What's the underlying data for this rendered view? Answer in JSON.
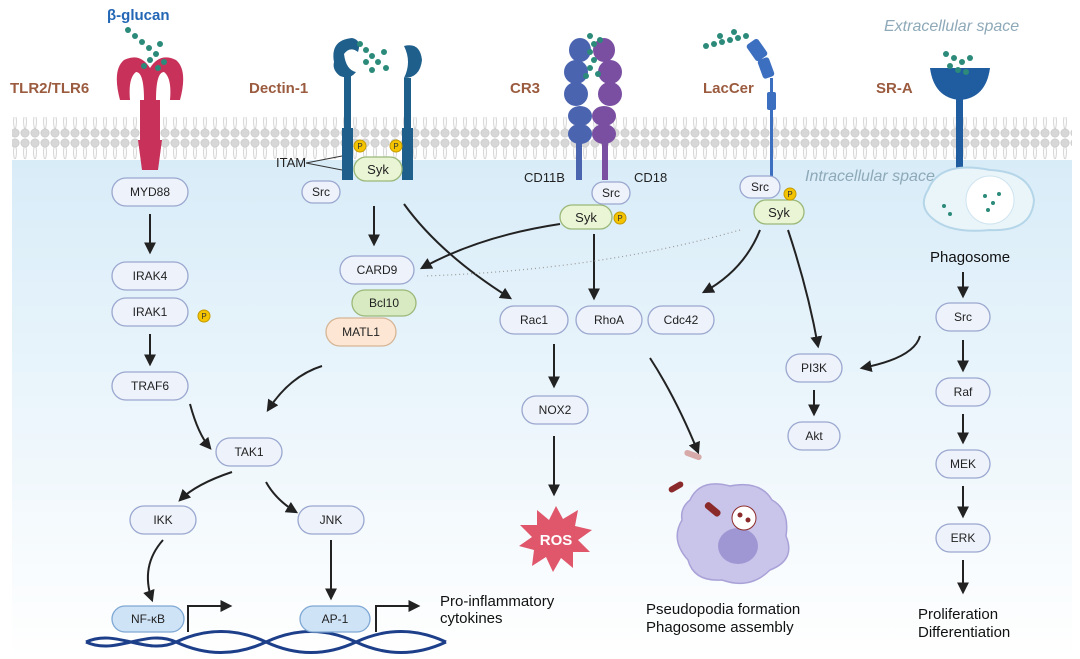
{
  "spaces": {
    "extracellular": "Extracellular space",
    "intracellular": "Intracellular space"
  },
  "ligand": "β-glucan",
  "receptors": {
    "tlr": "TLR2/TLR6",
    "dectin": "Dectin-1",
    "cr3": "CR3",
    "laccer": "LacCer",
    "sra": "SR-A"
  },
  "cr3_subunits": {
    "left": "CD11B",
    "right": "CD18"
  },
  "labels": {
    "itam": "ITAM",
    "phospho": "P",
    "phagosome": "Phagosome"
  },
  "nodes": {
    "myd88": "MYD88",
    "irak4": "IRAK4",
    "irak1": "IRAK1",
    "traf6": "TRAF6",
    "tak1": "TAK1",
    "ikk": "IKK",
    "jnk": "JNK",
    "nfkb": "NF-κB",
    "ap1": "AP-1",
    "src_dectin": "Src",
    "syk_dectin": "Syk",
    "card9": "CARD9",
    "bcl10": "Bcl10",
    "matl1": "MATL1",
    "src_cr3": "Src",
    "syk_cr3": "Syk",
    "rac1": "Rac1",
    "rhoa": "RhoA",
    "cdc42": "Cdc42",
    "nox2": "NOX2",
    "ros": "ROS",
    "src_laccer": "Src",
    "syk_laccer": "Syk",
    "pi3k": "PI3K",
    "akt": "Akt",
    "src_sra": "Src",
    "raf": "Raf",
    "mek": "MEK",
    "erk": "ERK"
  },
  "outcomes": {
    "cytokines_1": "Pro-inflammatory",
    "cytokines_2": "cytokines",
    "pseudo_1": "Pseudopodia formation",
    "pseudo_2": "Phagosome assembly",
    "prolif_1": "Proliferation",
    "prolif_2": "Differentiation"
  },
  "colors": {
    "membrane_head": "#d9d9d9",
    "intracellular": "#e4f2fb",
    "node_fill": "#eef2fb",
    "node_stroke": "#9aa7cf",
    "tlr": "#c8325a",
    "dectin": "#1f5f8b",
    "cr3_left": "#4a64b0",
    "cr3_right": "#7a4fa2",
    "laccer": "#3c6fc0",
    "sra": "#1f5da0",
    "ros": "#e0566b",
    "syk_fill": "#eaf5d5",
    "bcl10_fill": "#d8eac1",
    "matl1_fill": "#fde7d4",
    "phospho": "#f5c400",
    "glucan": "#2b8a79",
    "dna_blue": "#1d3f8a"
  }
}
